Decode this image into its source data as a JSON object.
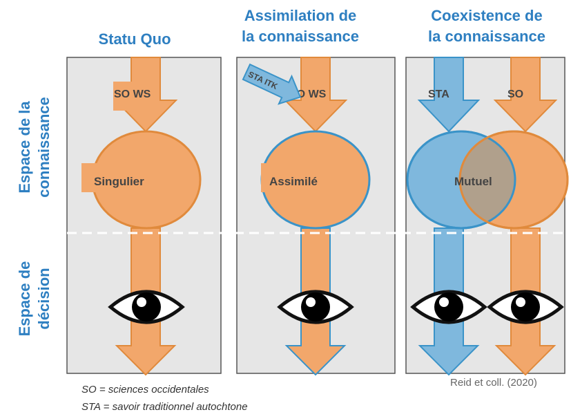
{
  "panels": [
    {
      "heading": [
        "Statu Quo"
      ],
      "source_arrows": [
        "SO WS"
      ],
      "result_label": "Singulier"
    },
    {
      "heading": [
        "Assimilation de",
        "la connaissance"
      ],
      "source_arrows": [
        "SO WS",
        "STA ITK"
      ],
      "result_label": "Assimilé"
    },
    {
      "heading": [
        "Coexistence de",
        "la connaissance"
      ],
      "source_arrows": [
        "STA",
        "SO"
      ],
      "result_label": "Mutuel"
    }
  ],
  "side_labels": {
    "knowledge_space": [
      "Espace de la",
      "connaissance"
    ],
    "decision_space": [
      "Espace de",
      "décision"
    ]
  },
  "footnotes": [
    "SO = sciences occidentales",
    "STA = savoir traditionnel autochtone"
  ],
  "credit": "Reid et coll. (2020)",
  "colors": {
    "heading": "#2e7fc1",
    "orange_fill": "#f2a76b",
    "orange_stroke": "#e08a3c",
    "blue_fill": "#7fb8dd",
    "blue_stroke": "#3a93c8",
    "panel_fill": "#e6e6e6",
    "mutual_fill": "#b0a08c"
  },
  "icons": [
    "eye-icon",
    "eye-icon",
    "eye-icon",
    "eye-icon"
  ]
}
